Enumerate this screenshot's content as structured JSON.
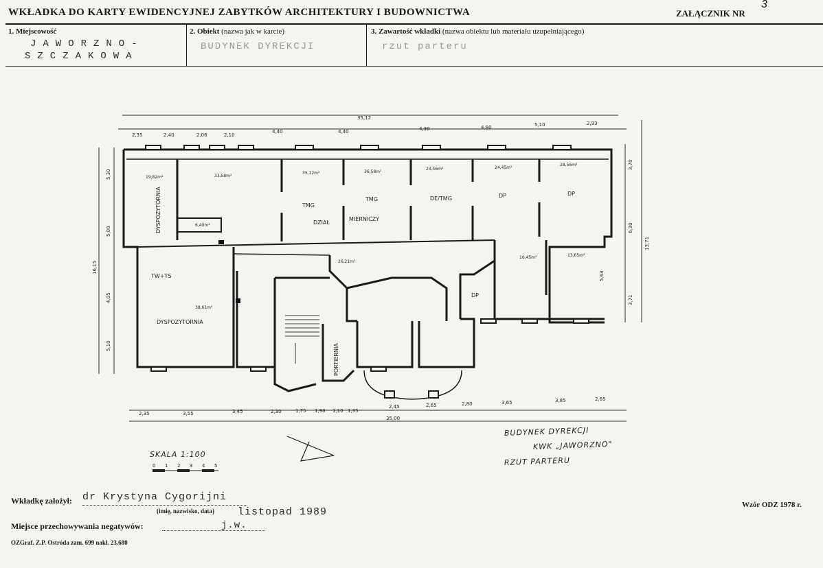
{
  "header": {
    "title": "WKŁADKA DO KARTY EWIDENCYJNEJ ZABYTKÓW ARCHITEKTURY I BUDOWNICTWA",
    "attachment_label": "ZAŁĄCZNIK NR",
    "attachment_number": "3"
  },
  "fields": {
    "place_label": "1. Miejscowość",
    "place_line1": "JAWORZNO-",
    "place_line2": "SZCZAKOWA",
    "object_label": "2. Obiekt",
    "object_note": "(nazwa jak w karcie)",
    "object_value": "BUDYNEK DYREKCJI",
    "content_label": "3. Zawartość wkładki",
    "content_note": "(nazwa obiektu lub materiału uzupełniającego)",
    "content_value": "rzut parteru"
  },
  "plan": {
    "rooms": [
      "DYSPOZYTORNIA",
      "TMG",
      "TMG",
      "DE/TMG",
      "DP",
      "DP",
      "DZIAŁ",
      "MIERNICZY",
      "TW+TS",
      "DYSPOZYTORNIA",
      "PORTIERNIA",
      "DP"
    ],
    "areas": [
      "19,82m²",
      "33,58m²",
      "35,12m²",
      "36,58m²",
      "23,56m²",
      "24,45m²",
      "28,56m²",
      "6,40m²",
      "16,45m²",
      "13,65m²",
      "26,21m²",
      "38,61m²"
    ],
    "dims_top_total": "35,12",
    "dims_top": [
      "2,35",
      "2,40",
      "2,06",
      "2,10",
      "4,40",
      "4,40",
      "4,30",
      "4,80",
      "5,10",
      "2,93"
    ],
    "dims_bottom": [
      "2,35",
      "3,55",
      "3,45",
      "2,30",
      "1,75",
      "1,90",
      "1,10",
      "1,35",
      "2,45",
      "2,65",
      "2,80",
      "3,65",
      "3,85",
      "2,65"
    ],
    "dims_bottom_total": "35,00",
    "dims_left": [
      "5,30",
      "5,00",
      "4,05",
      "5,10"
    ],
    "dims_left_total": "16,15",
    "dims_right": [
      "3,70",
      "6,30",
      "5,63",
      "3,71"
    ],
    "dims_right_total": "13,71",
    "scale_label": "SKALA 1:100",
    "scale_ticks": [
      "0",
      "1",
      "2",
      "3",
      "4",
      "5"
    ],
    "caption_line1": "BUDYNEK DYREKCJI",
    "caption_line2": "KWK „JAWORZNO\"",
    "caption_line3": "RZUT PARTERU"
  },
  "footer": {
    "author_label": "Wkładkę założył:",
    "author_value": "dr Krystyna Cygorijni",
    "author_note": "(imię, nazwisko, data)",
    "date_value": "listopad 1989",
    "storage_label": "Miejsce przechowywania negatywów:",
    "storage_value": "j.w.",
    "form_model": "Wzór ODZ 1978 r.",
    "printer": "OZGraf. Z.P. Ostróda zam. 699 nakł. 23.680"
  }
}
